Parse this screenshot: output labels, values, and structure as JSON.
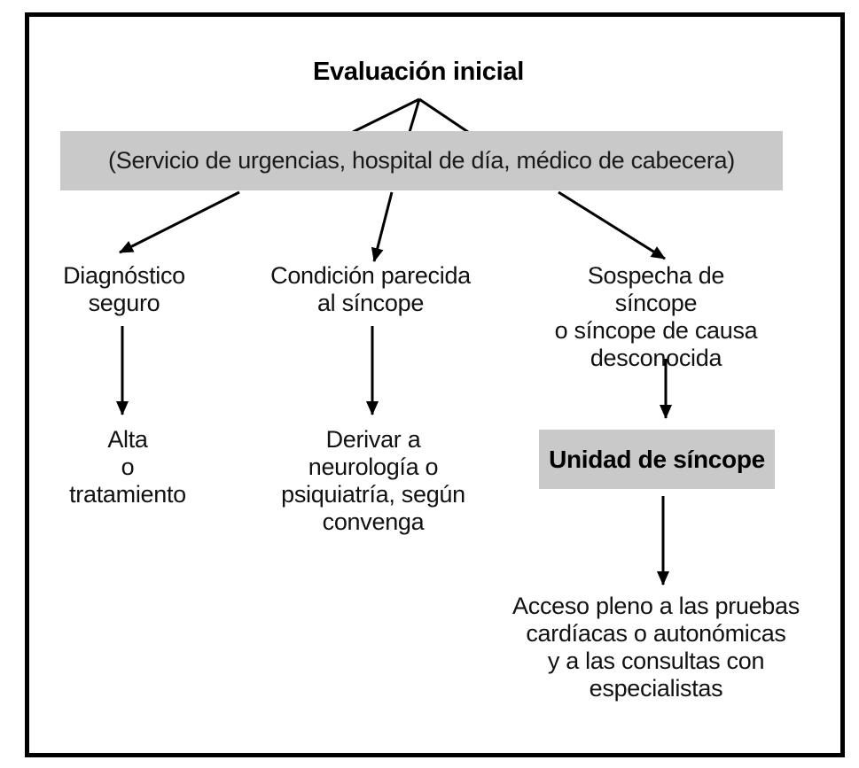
{
  "diagram": {
    "type": "flowchart",
    "language": "es",
    "colors": {
      "border": "#000000",
      "node_fill": "#c9c9c9",
      "text": "#111111",
      "arrow": "#000000"
    },
    "nodes": {
      "title": "Evaluación inicial",
      "source_box": "(Servicio de urgencias, hospital de día, médico de cabecera)",
      "branch1": "Diagnóstico\nseguro",
      "branch2": "Condición parecida\nal síncope",
      "branch3": "Sospecha de síncope\no síncope de causa\ndesconocida",
      "outcome1": "Alta\no\ntratamiento",
      "outcome2": "Derivar a\nneurología o\npsiquiatría, según\nconvenga",
      "syncope_unit_box": "Unidad de síncope",
      "outcome3": "Acceso pleno a las pruebas\ncardíacas o autonómicas\ny a las consultas con\nespecialistas"
    },
    "edges": [
      {
        "from": "title",
        "to": "source_box",
        "style": "plain-fan"
      },
      {
        "from": "source_box",
        "to": "branch1",
        "style": "arrow"
      },
      {
        "from": "source_box",
        "to": "branch2",
        "style": "arrow"
      },
      {
        "from": "source_box",
        "to": "branch3",
        "style": "arrow"
      },
      {
        "from": "branch1",
        "to": "outcome1",
        "style": "arrow"
      },
      {
        "from": "branch2",
        "to": "outcome2",
        "style": "arrow"
      },
      {
        "from": "branch3",
        "to": "syncope_unit_box",
        "style": "arrow"
      },
      {
        "from": "syncope_unit_box",
        "to": "outcome3",
        "style": "arrow"
      }
    ]
  }
}
